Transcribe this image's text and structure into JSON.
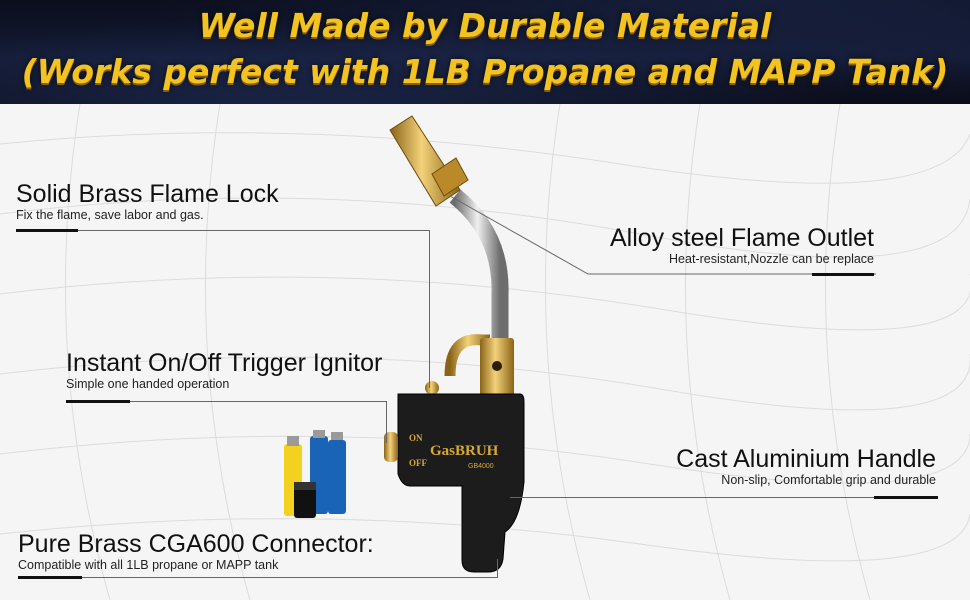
{
  "banner": {
    "line1": "Well Made by Durable Material",
    "line2": "(Works perfect with 1LB Propane and MAPP Tank)"
  },
  "callouts": {
    "flame_lock": {
      "title": "Solid Brass Flame Lock",
      "subtitle": "Fix the flame, save labor and gas."
    },
    "flame_outlet": {
      "title": "Alloy steel Flame Outlet",
      "subtitle": "Heat-resistant,Nozzle can be replace"
    },
    "trigger": {
      "title": "Instant On/Off Trigger Ignitor",
      "subtitle": "Simple one handed operation"
    },
    "handle": {
      "title": "Cast Aluminium Handle",
      "subtitle": "Non-slip, Comfortable grip and durable"
    },
    "connector": {
      "title": "Pure Brass CGA600 Connector:",
      "subtitle": "Compatible with all 1LB propane or MAPP  tank"
    }
  },
  "torch": {
    "brand": "GasBRUH",
    "model": "GB4000",
    "on_label": "ON",
    "off_label": "OFF"
  },
  "colors": {
    "gold": "#f2c321",
    "brass": "#c99a2e",
    "handle": "#1c1c1c",
    "banner": "#0f1428"
  }
}
